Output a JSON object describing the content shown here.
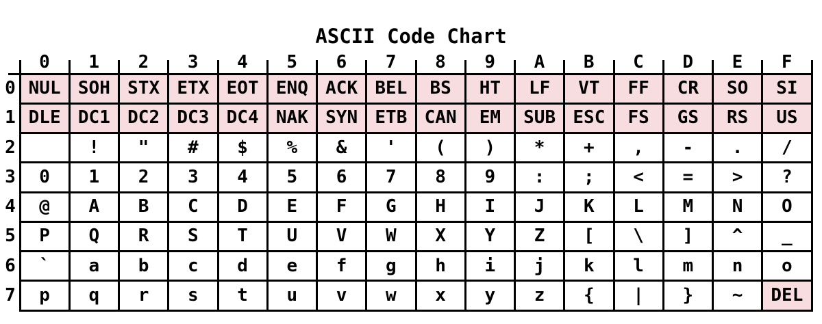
{
  "title": "ASCII Code Chart",
  "column_headers": [
    "0",
    "1",
    "2",
    "3",
    "4",
    "5",
    "6",
    "7",
    "8",
    "9",
    "A",
    "B",
    "C",
    "D",
    "E",
    "F"
  ],
  "row_headers": [
    "0",
    "1",
    "2",
    "3",
    "4",
    "5",
    "6",
    "7"
  ],
  "highlight_color": "#f7dde0",
  "rows": [
    [
      "NUL",
      "SOH",
      "STX",
      "ETX",
      "EOT",
      "ENQ",
      "ACK",
      "BEL",
      "BS",
      "HT",
      "LF",
      "VT",
      "FF",
      "CR",
      "SO",
      "SI"
    ],
    [
      "DLE",
      "DC1",
      "DC2",
      "DC3",
      "DC4",
      "NAK",
      "SYN",
      "ETB",
      "CAN",
      "EM",
      "SUB",
      "ESC",
      "FS",
      "GS",
      "RS",
      "US"
    ],
    [
      " ",
      "!",
      "\"",
      "#",
      "$",
      "%",
      "&",
      "'",
      "(",
      ")",
      "*",
      "+",
      ",",
      "-",
      ".",
      "/"
    ],
    [
      "0",
      "1",
      "2",
      "3",
      "4",
      "5",
      "6",
      "7",
      "8",
      "9",
      ":",
      ";",
      "<",
      "=",
      ">",
      "?"
    ],
    [
      "@",
      "A",
      "B",
      "C",
      "D",
      "E",
      "F",
      "G",
      "H",
      "I",
      "J",
      "K",
      "L",
      "M",
      "N",
      "O"
    ],
    [
      "P",
      "Q",
      "R",
      "S",
      "T",
      "U",
      "V",
      "W",
      "X",
      "Y",
      "Z",
      "[",
      "\\",
      "]",
      "^",
      "_"
    ],
    [
      "`",
      "a",
      "b",
      "c",
      "d",
      "e",
      "f",
      "g",
      "h",
      "i",
      "j",
      "k",
      "l",
      "m",
      "n",
      "o"
    ],
    [
      "p",
      "q",
      "r",
      "s",
      "t",
      "u",
      "v",
      "w",
      "x",
      "y",
      "z",
      "{",
      "|",
      "}",
      "~",
      "DEL"
    ]
  ],
  "highlighted_cells": [
    [
      0,
      0
    ],
    [
      0,
      1
    ],
    [
      0,
      2
    ],
    [
      0,
      3
    ],
    [
      0,
      4
    ],
    [
      0,
      5
    ],
    [
      0,
      6
    ],
    [
      0,
      7
    ],
    [
      0,
      8
    ],
    [
      0,
      9
    ],
    [
      0,
      10
    ],
    [
      0,
      11
    ],
    [
      0,
      12
    ],
    [
      0,
      13
    ],
    [
      0,
      14
    ],
    [
      0,
      15
    ],
    [
      1,
      0
    ],
    [
      1,
      1
    ],
    [
      1,
      2
    ],
    [
      1,
      3
    ],
    [
      1,
      4
    ],
    [
      1,
      5
    ],
    [
      1,
      6
    ],
    [
      1,
      7
    ],
    [
      1,
      8
    ],
    [
      1,
      9
    ],
    [
      1,
      10
    ],
    [
      1,
      11
    ],
    [
      1,
      12
    ],
    [
      1,
      13
    ],
    [
      1,
      14
    ],
    [
      1,
      15
    ],
    [
      7,
      15
    ]
  ]
}
